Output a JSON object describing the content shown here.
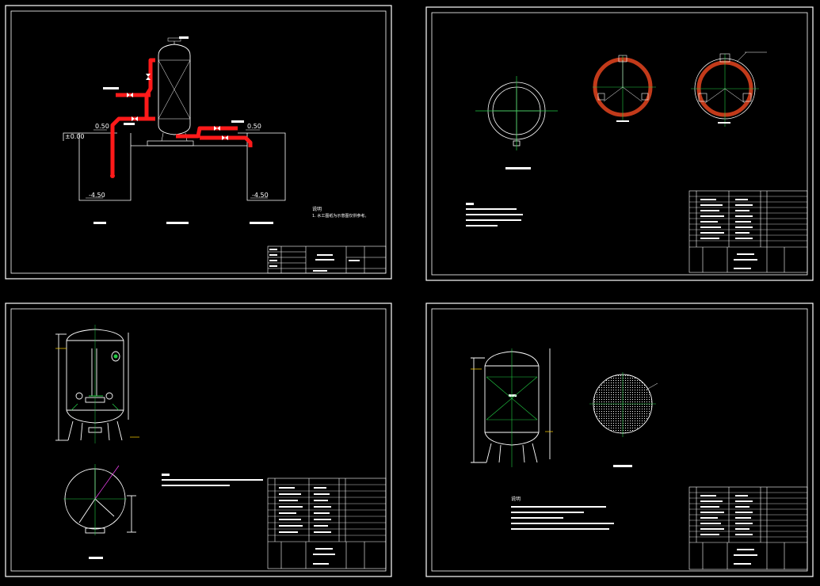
{
  "colors": {
    "background": "#000000",
    "frame": "#ffffff",
    "pipe": "#ff1a1a",
    "ring": "#c23a1a",
    "accent_green": "#22cc44",
    "accent_yellow": "#ffd200",
    "accent_magenta": "#ff44ff",
    "dim": "#3a5bd9"
  },
  "sheet1": {
    "elev_zero": "±0.00",
    "elev_left": "0.50",
    "elev_right": "0.50",
    "depth_left": "-4.50",
    "depth_right": "-4.50",
    "notes_title": "说明",
    "note_1": "1. 水工图纸为示意图仅供参考。"
  },
  "sheet4": {
    "notes_title": "说明"
  }
}
